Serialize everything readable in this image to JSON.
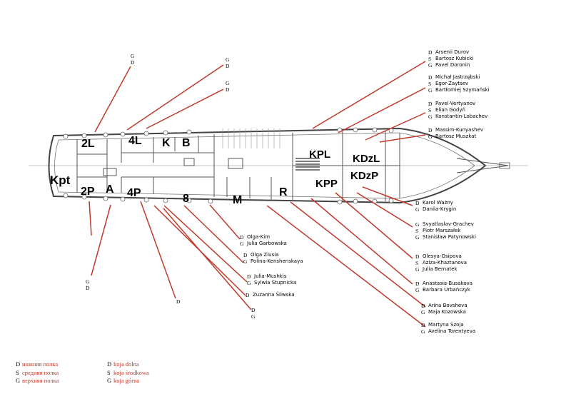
{
  "colors": {
    "leader": "#c0392b",
    "hull": "#444444",
    "legend_text": "#c0392b"
  },
  "rooms": {
    "kpt": "Kpt",
    "2l": "2L",
    "4l": "4L",
    "k": "K",
    "b": "B",
    "2p": "2P",
    "a": "A",
    "4p": "4P",
    "8": "8",
    "m": "M",
    "r": "R",
    "kpl": "KPL",
    "kpp": "KPP",
    "kdzl": "KDzL",
    "kdzp": "KDzP"
  },
  "bunks": {
    "2l": [
      "G",
      "D"
    ],
    "4l_a": [
      "G",
      "D"
    ],
    "4l_b": [
      "G",
      "D"
    ],
    "2p": [
      "G",
      "D"
    ],
    "4p": [
      "D"
    ],
    "8": [
      "D",
      "G"
    ]
  },
  "assignments": {
    "kpl_a": [
      [
        "D",
        "Arsenii Durov"
      ],
      [
        "S",
        "Bartosz Kubicki"
      ],
      [
        "G",
        "Pavel Doronin"
      ]
    ],
    "kpl_b": [
      [
        "D",
        "Michał Jastrzębski"
      ],
      [
        "S",
        "Egor-Zaytsev"
      ],
      [
        "G",
        "Bartłomiej Szymański"
      ]
    ],
    "kdzl_a": [
      [
        "D",
        "Pavel-Vertyanov"
      ],
      [
        "S",
        "Elian Godyń"
      ],
      [
        "G",
        "Konstantin-Lobachev"
      ]
    ],
    "kdzl_b": [
      [
        "D",
        "Massim-Kunyashev"
      ],
      [
        "G",
        "Bartosz Muszkat"
      ]
    ],
    "kdzp_a": [
      [
        "D",
        "Karol Ważny"
      ],
      [
        "G",
        "Danila-Krygin"
      ]
    ],
    "kdzp_b": [
      [
        "G",
        "Svyatlaslav-Grachev"
      ],
      [
        "S",
        "Piotr Marszałek"
      ],
      [
        "G",
        "Stanisław Patynowski"
      ]
    ],
    "kpp_a": [
      [
        "D",
        "Olesya-Osipova"
      ],
      [
        "S",
        "Aziza-Khaztanova"
      ],
      [
        "G",
        "Julia Bernatek"
      ]
    ],
    "kpp_b": [
      [
        "D",
        "Anastasia-Busakova"
      ],
      [
        "G",
        "Barbara Urbańczyk"
      ]
    ],
    "r_a": [
      [
        "D",
        "Arina Bovsheva"
      ],
      [
        "G",
        "Maja Kozowska"
      ]
    ],
    "r_b": [
      [
        "D",
        "Martyna Szoja"
      ],
      [
        "G",
        "Avelina Torentyeva"
      ]
    ],
    "m_a": [
      [
        "D",
        "Olga-Kim"
      ],
      [
        "G",
        "Julia Garbowska"
      ]
    ],
    "m_b": [
      [
        "D",
        "Olga Ziusia"
      ],
      [
        "G",
        "Polina-Kenshenskaya"
      ]
    ],
    "8_a": [
      [
        "D",
        "Julia-Mushkis"
      ],
      [
        "G",
        "Sylwia Stupnicka"
      ]
    ],
    "8_b": [
      [
        "D",
        "Zuzanna Śliwska"
      ]
    ]
  },
  "legend": {
    "ru": [
      [
        "D",
        "нижняя полка"
      ],
      [
        "S",
        "средняя полка"
      ],
      [
        "G",
        "верхняя полка"
      ]
    ],
    "pl": [
      [
        "D",
        "koja dolna"
      ],
      [
        "S",
        "koja środkowa"
      ],
      [
        "G",
        "koja górna"
      ]
    ]
  }
}
